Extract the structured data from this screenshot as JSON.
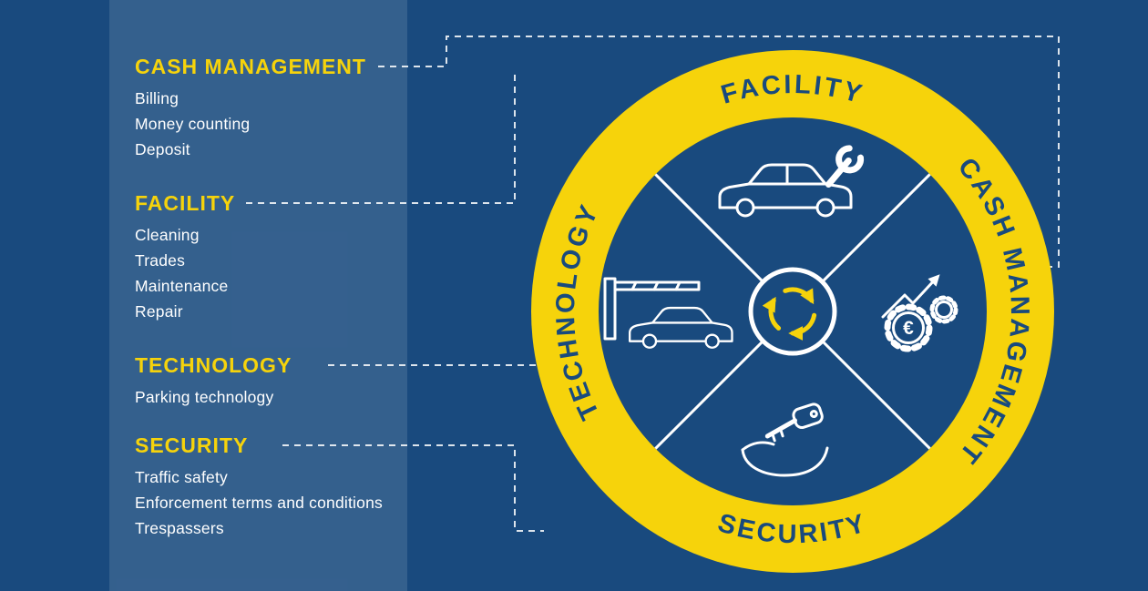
{
  "colors": {
    "background": "#194A7E",
    "panel_overlay": "rgba(255,255,255,0.12)",
    "accent_yellow": "#F6D30B",
    "text_white": "#FFFFFF",
    "ring_label_blue": "#194A7E",
    "connector_dash": "#FFFFFF"
  },
  "sidebar": {
    "sections": [
      {
        "title": "CASH MANAGEMENT",
        "items": [
          "Billing",
          "Money counting",
          "Deposit"
        ]
      },
      {
        "title": "FACILITY",
        "items": [
          "Cleaning",
          "Trades",
          "Maintenance",
          "Repair"
        ]
      },
      {
        "title": "TECHNOLOGY",
        "items": [
          "Parking technology"
        ]
      },
      {
        "title": "SECURITY",
        "items": [
          "Traffic safety",
          "Enforcement terms and conditions",
          "Trespassers"
        ]
      }
    ]
  },
  "wheel": {
    "ring_labels": {
      "top": "FACILITY",
      "right": "CASH MANAGEMENT",
      "bottom": "SECURITY",
      "left": "TECHNOLOGY"
    },
    "euro_symbol": "€",
    "quadrant_icons": {
      "top": "car-service",
      "right": "finance-gears-growth",
      "bottom": "key-in-hand",
      "left": "parking-barrier"
    },
    "center_icon": "circular-arrows"
  }
}
